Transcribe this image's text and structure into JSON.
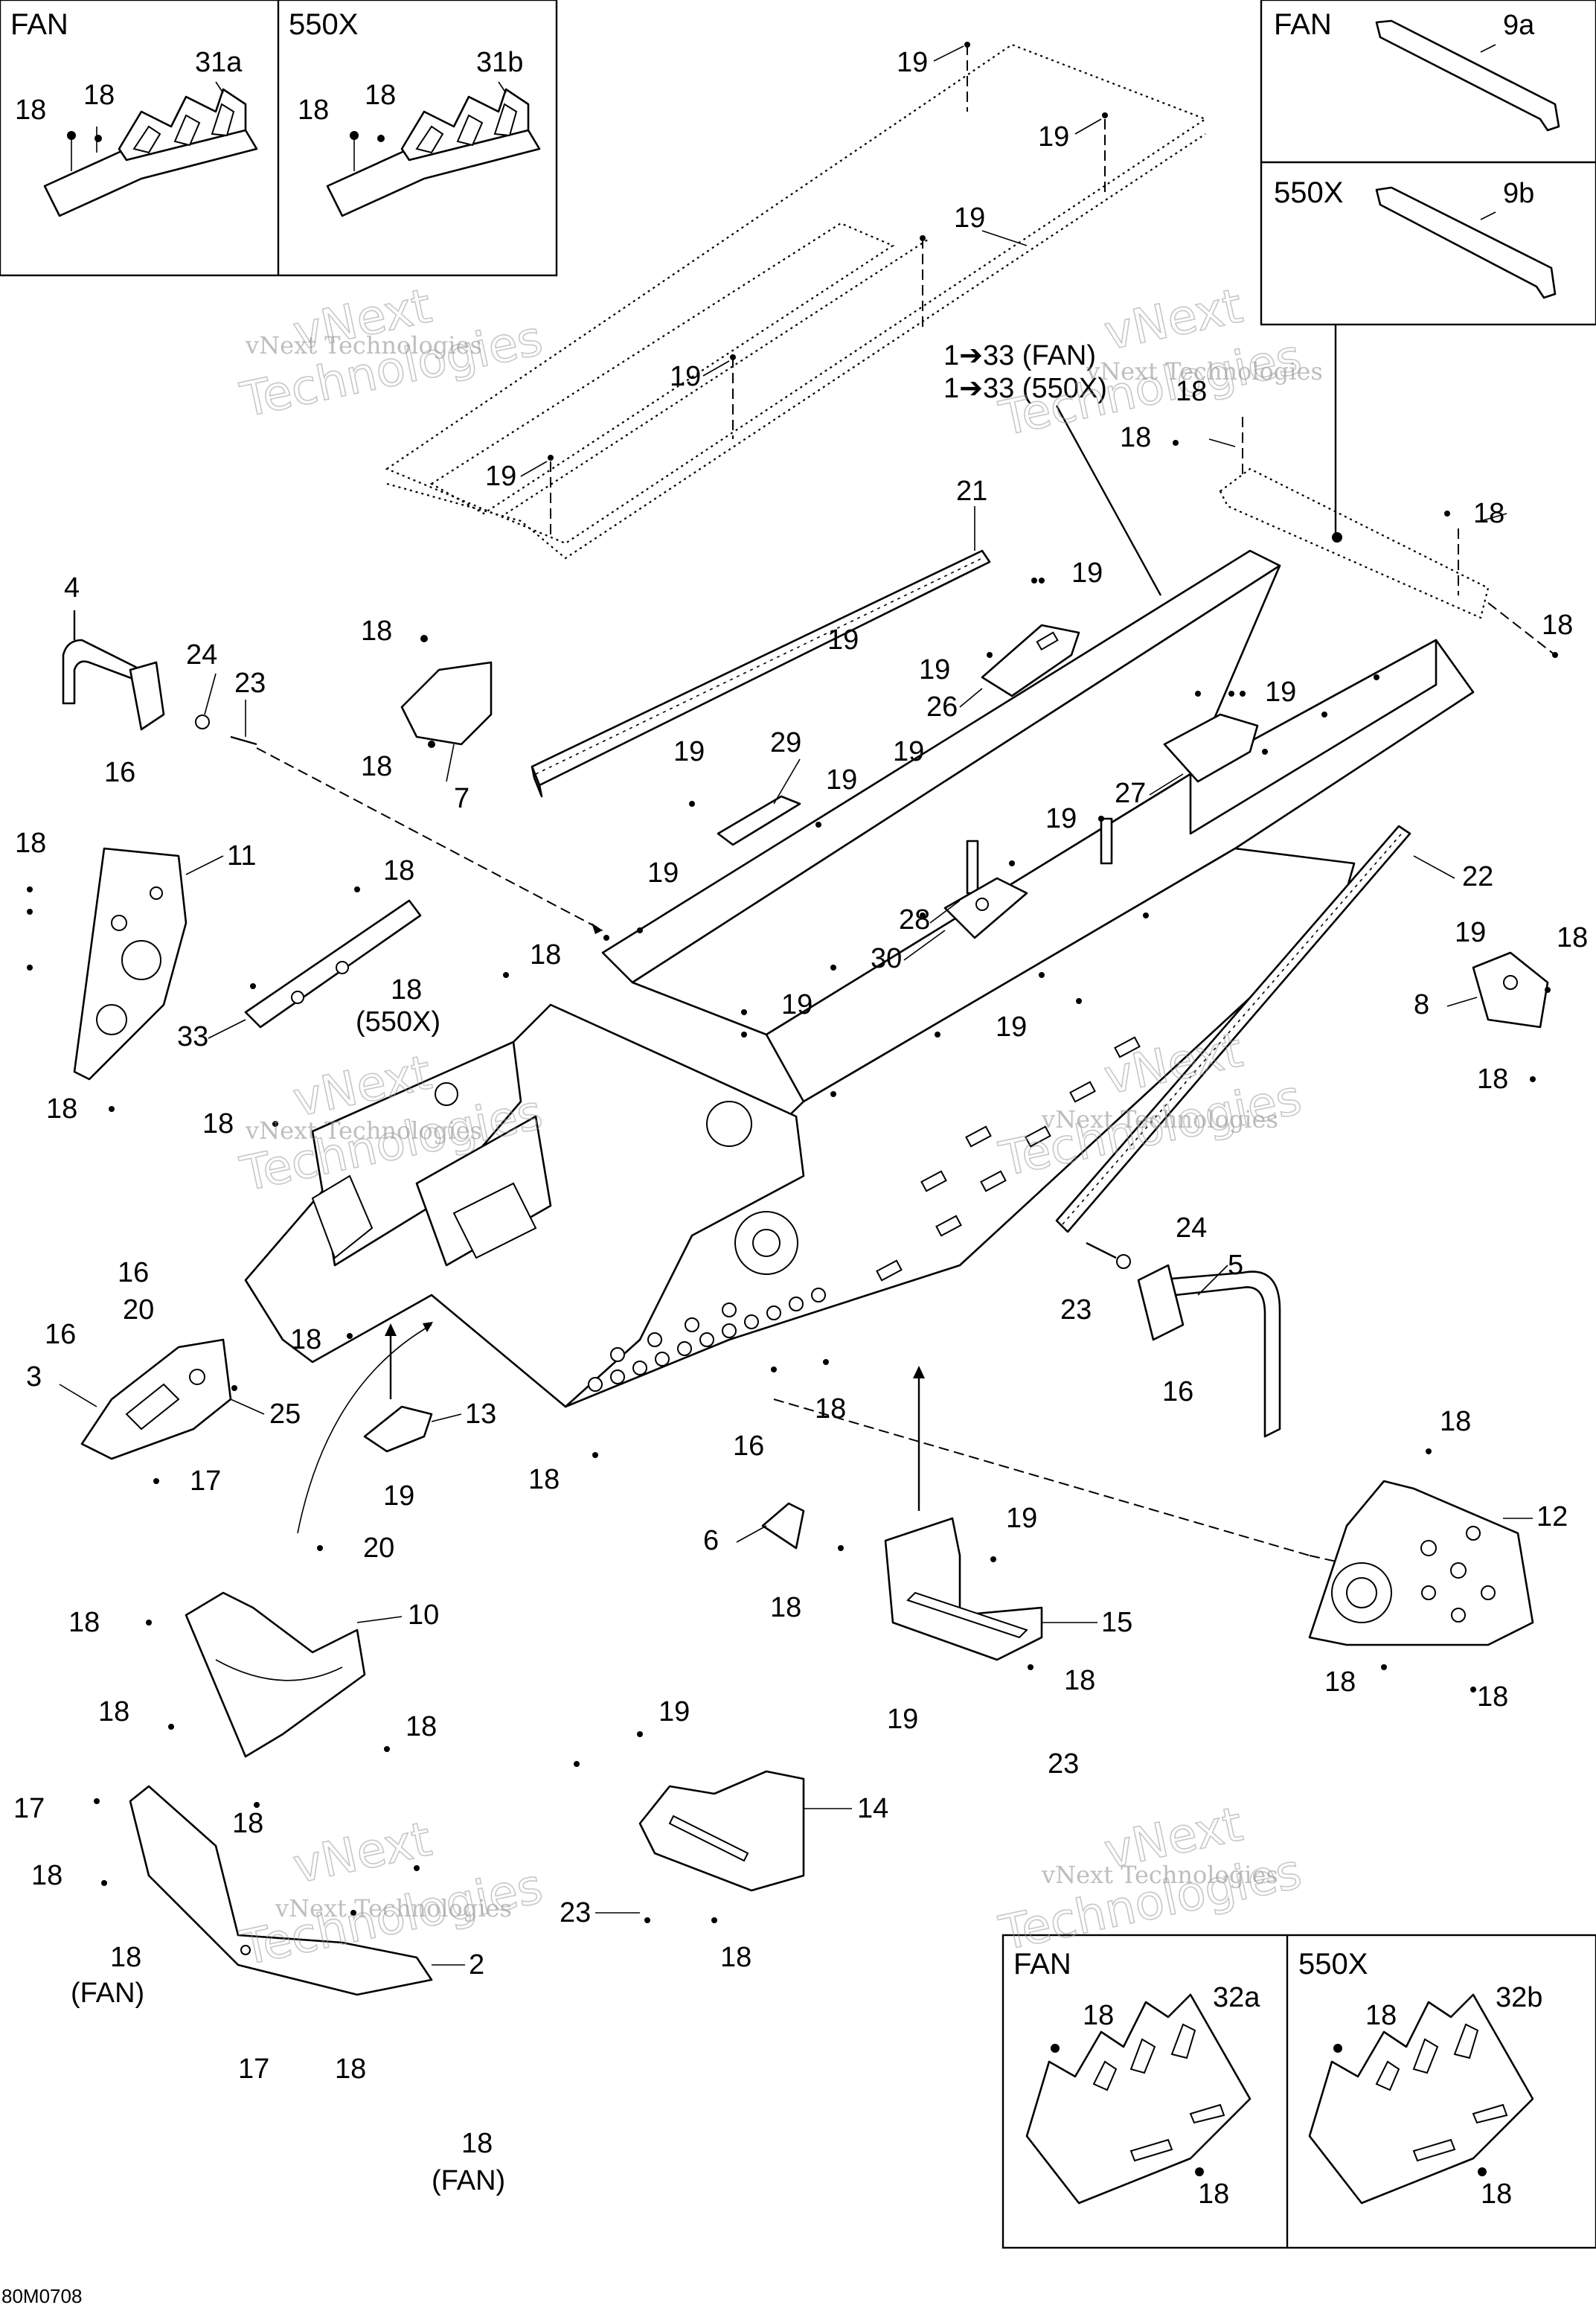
{
  "inset_boxes": {
    "top_left_fan": {
      "title": "FAN",
      "labels": [
        "18",
        "18",
        "31a"
      ]
    },
    "top_left_550x": {
      "title": "550X",
      "labels": [
        "18",
        "18",
        "31b"
      ]
    },
    "top_right_fan": {
      "title": "FAN",
      "labels": [
        "9a"
      ]
    },
    "top_right_550x": {
      "title": "550X",
      "labels": [
        "9b"
      ]
    },
    "bottom_right_fan": {
      "title": "FAN",
      "labels": [
        "18",
        "32a",
        "18"
      ]
    },
    "bottom_right_550x": {
      "title": "550X",
      "labels": [
        "18",
        "32b",
        "18"
      ]
    }
  },
  "reference_note": {
    "line1": "1➔33 (FAN)",
    "line2": "1➔33 (550X)"
  },
  "watermark": {
    "company": "vNext Technologies",
    "word1": "vNext",
    "word2": "Technologies"
  },
  "figure_code": "80M0708",
  "callouts": {
    "c19a": "19",
    "c19b": "19",
    "c19c": "19",
    "c19d": "19",
    "c19e": "19",
    "c21": "21",
    "c18_tr1": "18",
    "c18_tr2": "18",
    "c18_tr3": "18",
    "c18_tr4": "18",
    "c4": "4",
    "c24a": "24",
    "c23a": "23",
    "c16a": "16",
    "c18_7a": "18",
    "c18_7b": "18",
    "c7": "7",
    "c19_26a": "19",
    "c19_26b": "19",
    "c26": "26",
    "c19_rail": "19",
    "c19_29": "19",
    "c29": "29",
    "c19_mid": "19",
    "c19_27": "19",
    "c27": "27",
    "c19_28": "19",
    "c28": "28",
    "c30": "30",
    "c19_f": "19",
    "c22": "22",
    "c19_22": "19",
    "c18_11": "18",
    "c11": "11",
    "c18_11b": "18",
    "c18_33": "18",
    "c33": "33",
    "c19_tun": "19",
    "c18_550": "18",
    "c18_550b": "18",
    "c550x_tag": "(550X)",
    "c19_tun2": "19",
    "c19_tun3": "19",
    "c8": "8",
    "c18_8a": "18",
    "c18_8b": "18",
    "c18_front": "18",
    "c24b": "24",
    "c5": "5",
    "c23b": "23",
    "c16b": "16",
    "c16c": "16",
    "c20a": "20",
    "c16d": "16",
    "c3": "3",
    "c25": "25",
    "c17a": "17",
    "c18_3": "18",
    "c13": "13",
    "c19_13": "19",
    "c18_b1": "18",
    "c16e": "16",
    "c18_b2": "18",
    "c6": "6",
    "c18_6": "18",
    "c19_15a": "19",
    "c15": "15",
    "c18_15": "18",
    "c19_15b": "19",
    "c23c": "23",
    "c12": "12",
    "c18_12a": "18",
    "c18_12b": "18",
    "c18_12c": "18",
    "c20b": "20",
    "c18_10a": "18",
    "c10": "10",
    "c18_10b": "18",
    "c18_10c": "18",
    "c18_10d": "18",
    "c19_14": "19",
    "c14": "14",
    "c23d": "23",
    "c18_14": "18",
    "c17b": "17",
    "c18_2a": "18",
    "c18_2b": "18",
    "c_fan_a": "(FAN)",
    "c2": "2",
    "c17c": "17",
    "c18_2c": "18",
    "c18_2d": "18",
    "c_fan_b": "(FAN)"
  }
}
